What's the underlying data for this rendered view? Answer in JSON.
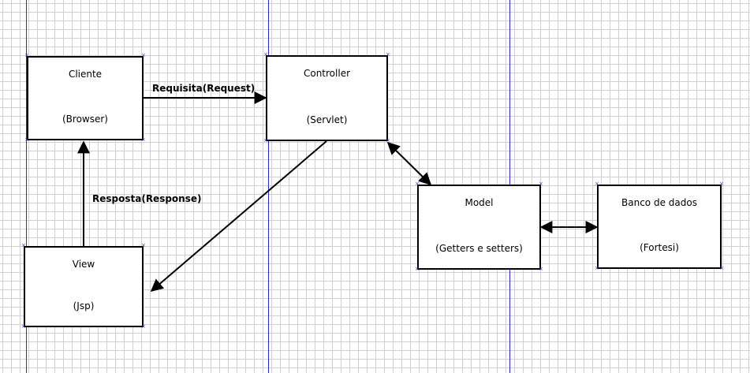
{
  "diagram": {
    "nodes": {
      "cliente": {
        "title": "Cliente",
        "subtitle": "(Browser)"
      },
      "controller": {
        "title": "Controller",
        "subtitle": "(Servlet)"
      },
      "view": {
        "title": "View",
        "subtitle": "(Jsp)"
      },
      "model": {
        "title": "Model",
        "subtitle": "(Getters e setters)"
      },
      "banco": {
        "title": "Banco de dados",
        "subtitle": "(Fortesi)"
      }
    },
    "edges": {
      "request_label": "Requisita(Request)",
      "response_label": "Resposta(Response)"
    }
  },
  "colors": {
    "lane_line": "#2b2bd8",
    "grid": "#d0d0d0",
    "border": "#000000"
  }
}
